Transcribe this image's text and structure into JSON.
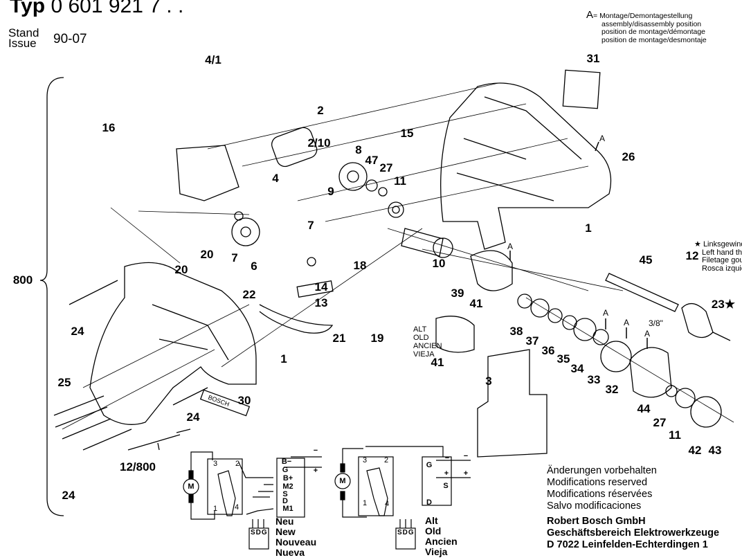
{
  "header": {
    "type_label": "Typ",
    "type_number": "0 601 921 7 . .",
    "stand_label": "Stand",
    "issue_label": "Issue",
    "issue_date": "90-07"
  },
  "assembly_legend": {
    "symbol": "A",
    "lines": [
      "= Montage/Demontagestellung",
      "assembly/disassembly position",
      "position de montage/démontage",
      "position de montage/desmontaje"
    ]
  },
  "left_hand_thread": {
    "symbol": "★",
    "lines": [
      "Linksgewinde",
      "Left hand thread",
      "Filetage gouche",
      "Rosca izquierda"
    ]
  },
  "old_version_label": [
    "ALT",
    "OLD",
    "ANCIEN",
    "VIEJA"
  ],
  "chuck_size": "3/8\"",
  "brand_plate": "BOSCH",
  "group_label": "800",
  "callouts": [
    "4/1",
    "2",
    "2/10",
    "16",
    "15",
    "8",
    "47",
    "27",
    "11",
    "9",
    "4",
    "31",
    "26",
    "1",
    "7",
    "7",
    "6",
    "20",
    "20",
    "18",
    "14",
    "13",
    "10",
    "39",
    "41",
    "19",
    "22",
    "21",
    "1",
    "24",
    "45",
    "12",
    "23★",
    "38",
    "37",
    "36",
    "35",
    "34",
    "33",
    "32",
    "44",
    "27",
    "11",
    "42",
    "43",
    "41",
    "3",
    "25",
    "30",
    "24",
    "12/800",
    "24"
  ],
  "assembly_markers": [
    "A",
    "A",
    "A",
    "A",
    "A"
  ],
  "wiring_new": {
    "terminals": [
      "B−",
      "G",
      "B+",
      "M2",
      "S",
      "D",
      "M1"
    ],
    "switch_pins": [
      "3",
      "2",
      "1",
      "4"
    ],
    "motor": "M",
    "transistor_pins": [
      "S",
      "D",
      "G"
    ],
    "supply": [
      "−",
      "+"
    ],
    "caption": [
      "Neu",
      "New",
      "Nouveau",
      "Nueva"
    ]
  },
  "wiring_old": {
    "terminals": [
      "G",
      "+",
      "S",
      "D",
      "−"
    ],
    "switch_pins": [
      "3",
      "2",
      "1",
      "4"
    ],
    "motor": "M",
    "transistor_pins": [
      "S",
      "D",
      "G"
    ],
    "supply": [
      "−",
      "+"
    ],
    "caption": [
      "Alt",
      "Old",
      "Ancien",
      "Vieja"
    ]
  },
  "footer": {
    "notice": [
      "Änderungen vorbehalten",
      "Modifications reserved",
      "Modifications réservées",
      "Salvo modificaciones"
    ],
    "company": [
      "Robert Bosch GmbH",
      "Geschäftsbereich Elektrowerkzeuge",
      "D 7022 Leinfelden-Echterdingen 1"
    ]
  }
}
